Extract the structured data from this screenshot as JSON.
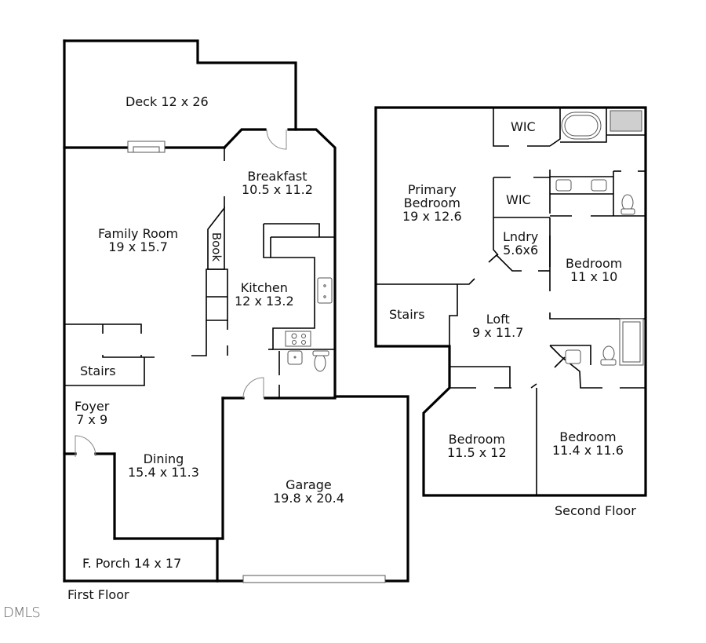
{
  "first_floor": {
    "caption": "First Floor",
    "rooms": [
      {
        "name": "Deck",
        "label": "Deck 12 x 26"
      },
      {
        "name": "Breakfast",
        "label": "Breakfast\n10.5 x 11.2"
      },
      {
        "name": "Family Room",
        "label": "Family Room\n19 x 15.7"
      },
      {
        "name": "Book",
        "label": "Book"
      },
      {
        "name": "Kitchen",
        "label": "Kitchen\n12 x 13.2"
      },
      {
        "name": "Stairs",
        "label": "Stairs"
      },
      {
        "name": "Foyer",
        "label": "Foyer\n7 x 9"
      },
      {
        "name": "Dining",
        "label": "Dining\n15.4 x 11.3"
      },
      {
        "name": "Garage",
        "label": "Garage\n19.8 x 20.4"
      },
      {
        "name": "F. Porch",
        "label": "F. Porch 14 x 17"
      }
    ]
  },
  "second_floor": {
    "caption": "Second Floor",
    "rooms": [
      {
        "name": "WIC",
        "label": "WIC"
      },
      {
        "name": "Primary Bedroom",
        "label": "Primary\nBedroom\n19 x 12.6"
      },
      {
        "name": "WIC 2",
        "label": "WIC"
      },
      {
        "name": "Lndry",
        "label": "Lndry\n5.6x6"
      },
      {
        "name": "Bedroom 2",
        "label": "Bedroom\n11 x 10"
      },
      {
        "name": "Stairs",
        "label": "Stairs"
      },
      {
        "name": "Loft",
        "label": "Loft\n9 x 11.7"
      },
      {
        "name": "Bedroom 3",
        "label": "Bedroom\n11.5 x 12"
      },
      {
        "name": "Bedroom 4",
        "label": "Bedroom\n11.4 x 11.6"
      }
    ]
  },
  "watermark": "DMLS"
}
